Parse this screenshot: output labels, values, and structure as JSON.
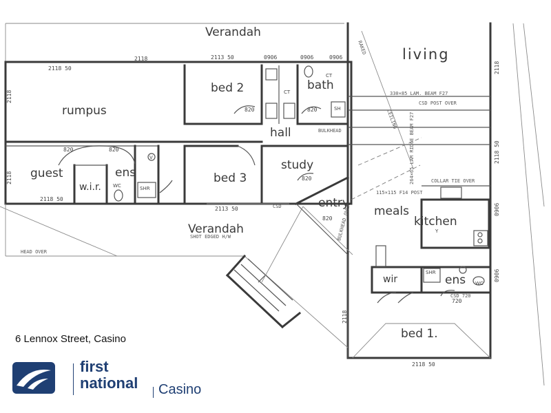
{
  "rooms": {
    "verandah_top": "Verandah",
    "living": "living",
    "bed2": "bed 2",
    "bath": "bath",
    "rumpus": "rumpus",
    "hall": "hall",
    "guest": "guest",
    "wir_left": "w.i.r.",
    "ens_left": "ens",
    "bed3": "bed 3",
    "study": "study",
    "entry": "entry",
    "meals": "meals",
    "kitchen": "kitchen",
    "verandah_bottom": "Verandah",
    "wir_right": "wir",
    "ens_right": "ens",
    "bed1": "bed 1."
  },
  "labels": {
    "dim_2118_top": "2118",
    "dim_2118_50_top": "2113 50",
    "dim_2118_50_left": "2118 50",
    "dim_0906_a": "0906",
    "dim_0906_b": "0906",
    "dim_0906_c": "0906",
    "dim_2118_side": "2118",
    "dim_2118_50_right": "2118 50",
    "dim_2118_50_mid": "2118 50",
    "dim_2118_50_bed": "2113 50",
    "dim_2118_bed1": "2118",
    "dim_2118_50_bed1": "2118 50",
    "dim_2118_guest": "2118",
    "dim_2118_far_right": "2118",
    "dim_0906_right": "0906",
    "dim_0906_right2": "0906",
    "door_820_a": "820",
    "door_820_b": "820",
    "door_820_c": "820",
    "door_820_d": "820",
    "door_820_e": "820",
    "door_820_f": "820",
    "door_720": "720",
    "note_beam": "330×85 LAM. BEAM F27",
    "note_post": "CSD POST OVER",
    "note_ridge": "264×65 LAM RIDGE BEAM F27",
    "note_ceiling": "CEILING",
    "note_bulkhead": "BULKHEAD",
    "note_collar": "COLLAR TIE OVER",
    "note_post2": "115×115 F14 POST",
    "note_bulkhead_over": "BULKHEAD OVER",
    "note_shot": "SHOT EDGED H/W",
    "note_head": "HEAD OVER",
    "note_csd": "CSD",
    "note_csd2": "CSD 720",
    "note_raked": "RAKED",
    "fixture_sh": "SH",
    "fixture_sh2": "SHR",
    "fixture_sh3": "SHR",
    "fixture_wc": "WC",
    "fixture_wc2": "WC",
    "fixture_ct": "CT",
    "fixture_ct2": "CT",
    "fixture_y": "Y",
    "fixture_v": "V"
  },
  "address": "6 Lennox Street, Casino",
  "brand": {
    "first": "first",
    "national": "national",
    "office": "Casino"
  },
  "colors": {
    "brand_blue": "#1f3f73",
    "ink": "#3a3a3a"
  }
}
